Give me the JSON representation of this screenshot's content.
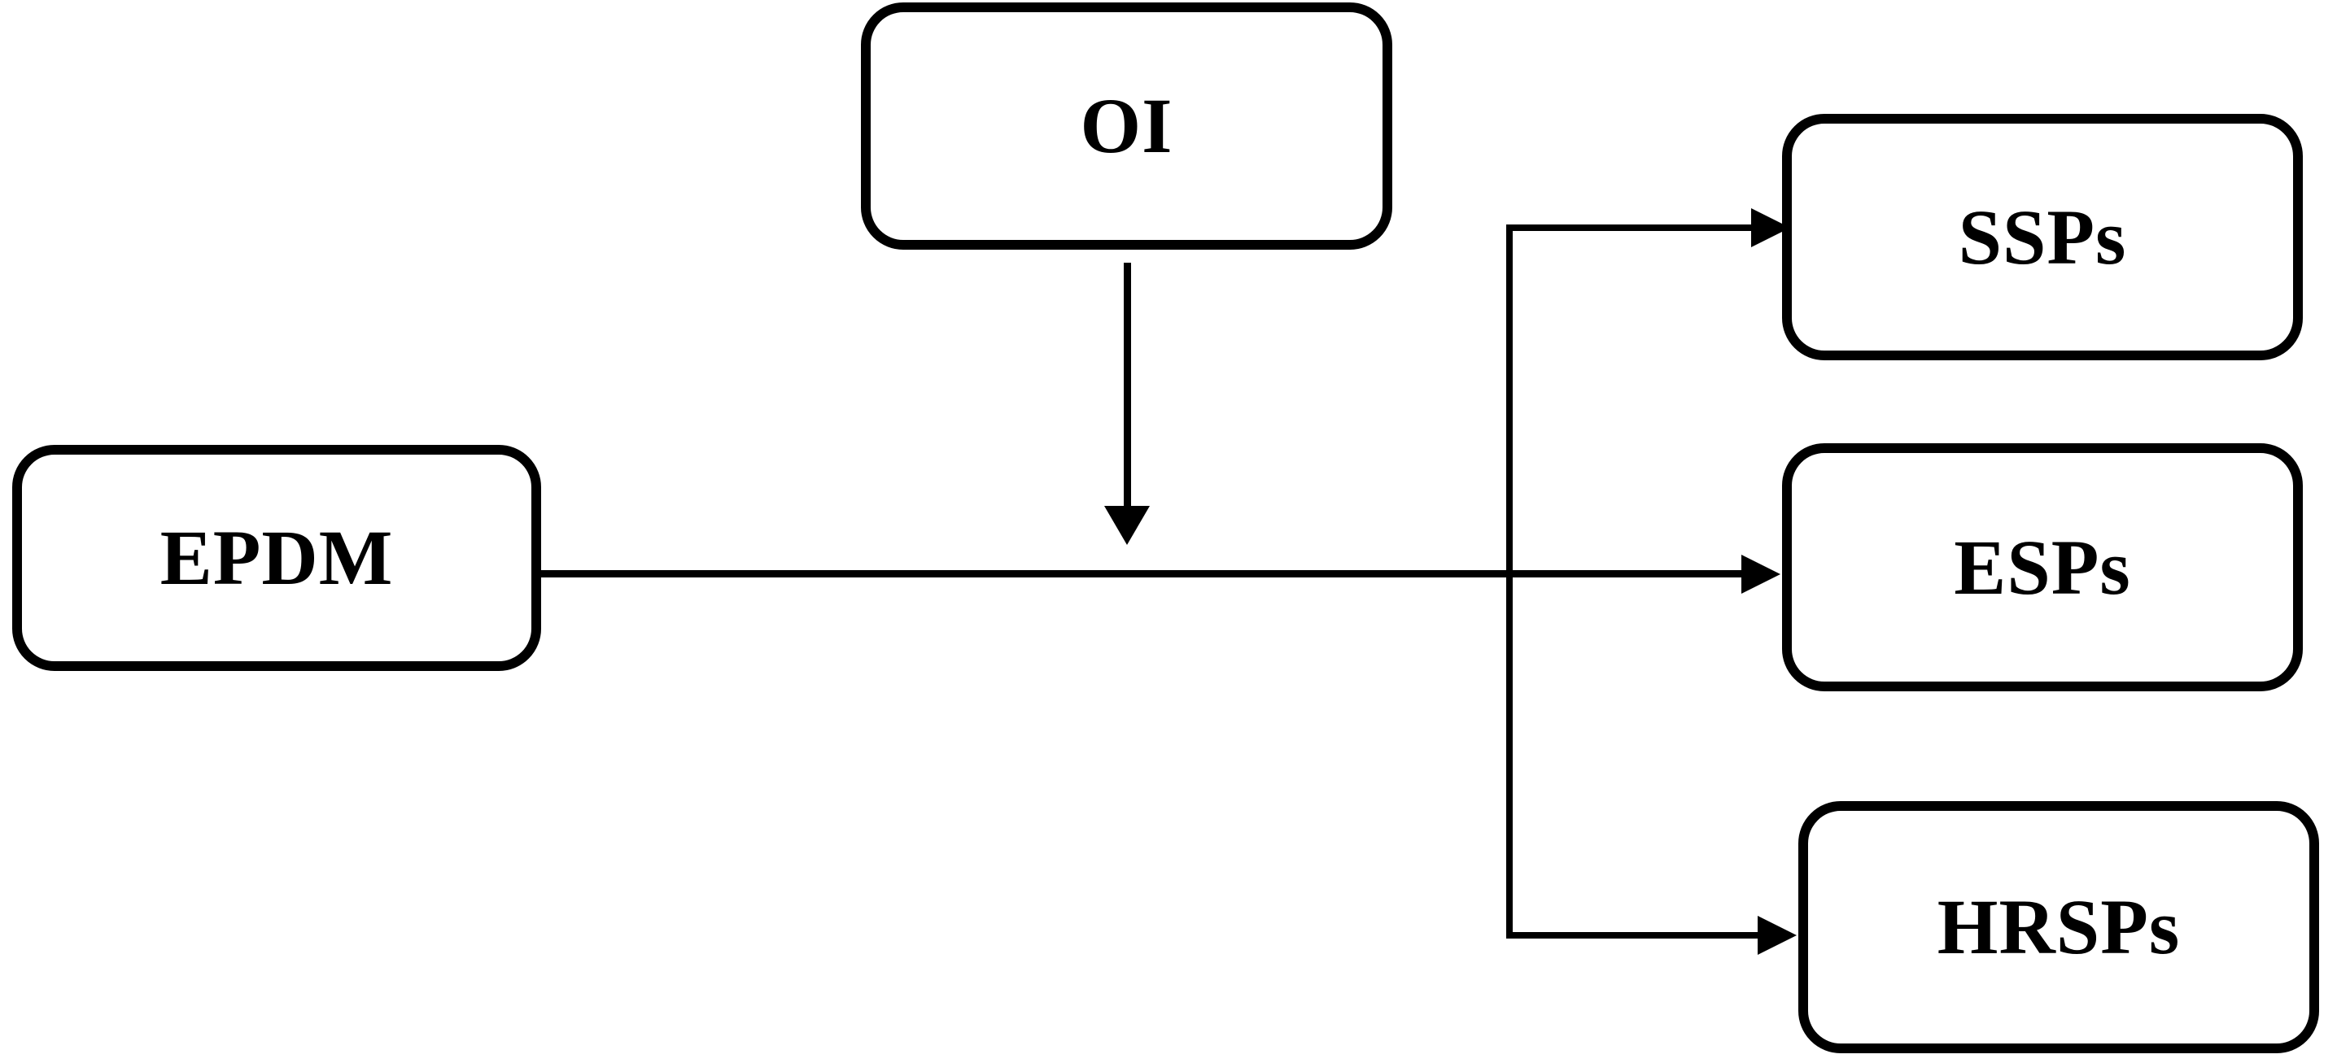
{
  "diagram": {
    "background_color": "#ffffff",
    "stroke_color": "#000000",
    "nodes": {
      "oi": {
        "label": "OI"
      },
      "epdm": {
        "label": "EPDM"
      },
      "ssps": {
        "label": "SSPs"
      },
      "esps": {
        "label": "ESPs"
      },
      "hrsps": {
        "label": "HRSPs"
      }
    },
    "edges": [
      {
        "from": "OI",
        "to": "EPDM line",
        "style": "arrow-down"
      },
      {
        "from": "EPDM",
        "to": "ESPs",
        "style": "arrow-right"
      },
      {
        "from": "EPDM line branch",
        "to": "SSPs",
        "style": "arrow-right"
      },
      {
        "from": "EPDM line branch",
        "to": "HRSPs",
        "style": "arrow-right"
      }
    ]
  }
}
